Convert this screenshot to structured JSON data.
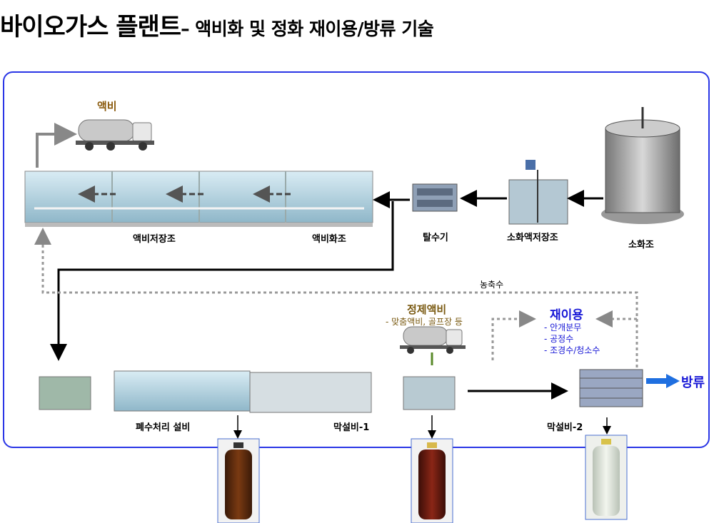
{
  "title": {
    "main": "바이오가스 플랜트",
    "sub": "– 액비화 및 정화 재이용/방류 기술"
  },
  "labels": {
    "truck": "액비",
    "storage_tank": "액비저장조",
    "liquefaction_tank": "액비화조",
    "dehydrator": "탈수기",
    "digestate_storage": "소화액저장조",
    "digester": "소화조",
    "concentrate": "농축수",
    "wastewater": "폐수처리 설비",
    "membrane1": "막설비-1",
    "membrane2": "막설비-2",
    "discharge": "방류"
  },
  "refined": {
    "title": "정제액비",
    "sub": "- 맞춤액비, 골프장 등"
  },
  "reuse": {
    "title": "재이용",
    "items": [
      "- 안개분무",
      "- 공정수",
      "- 조경수/청소수"
    ]
  },
  "colors": {
    "frame": "#2a36e6",
    "reuse": "#1717d6",
    "refined": "#7a5a12",
    "discharge_arrow": "#1f6fe0"
  }
}
